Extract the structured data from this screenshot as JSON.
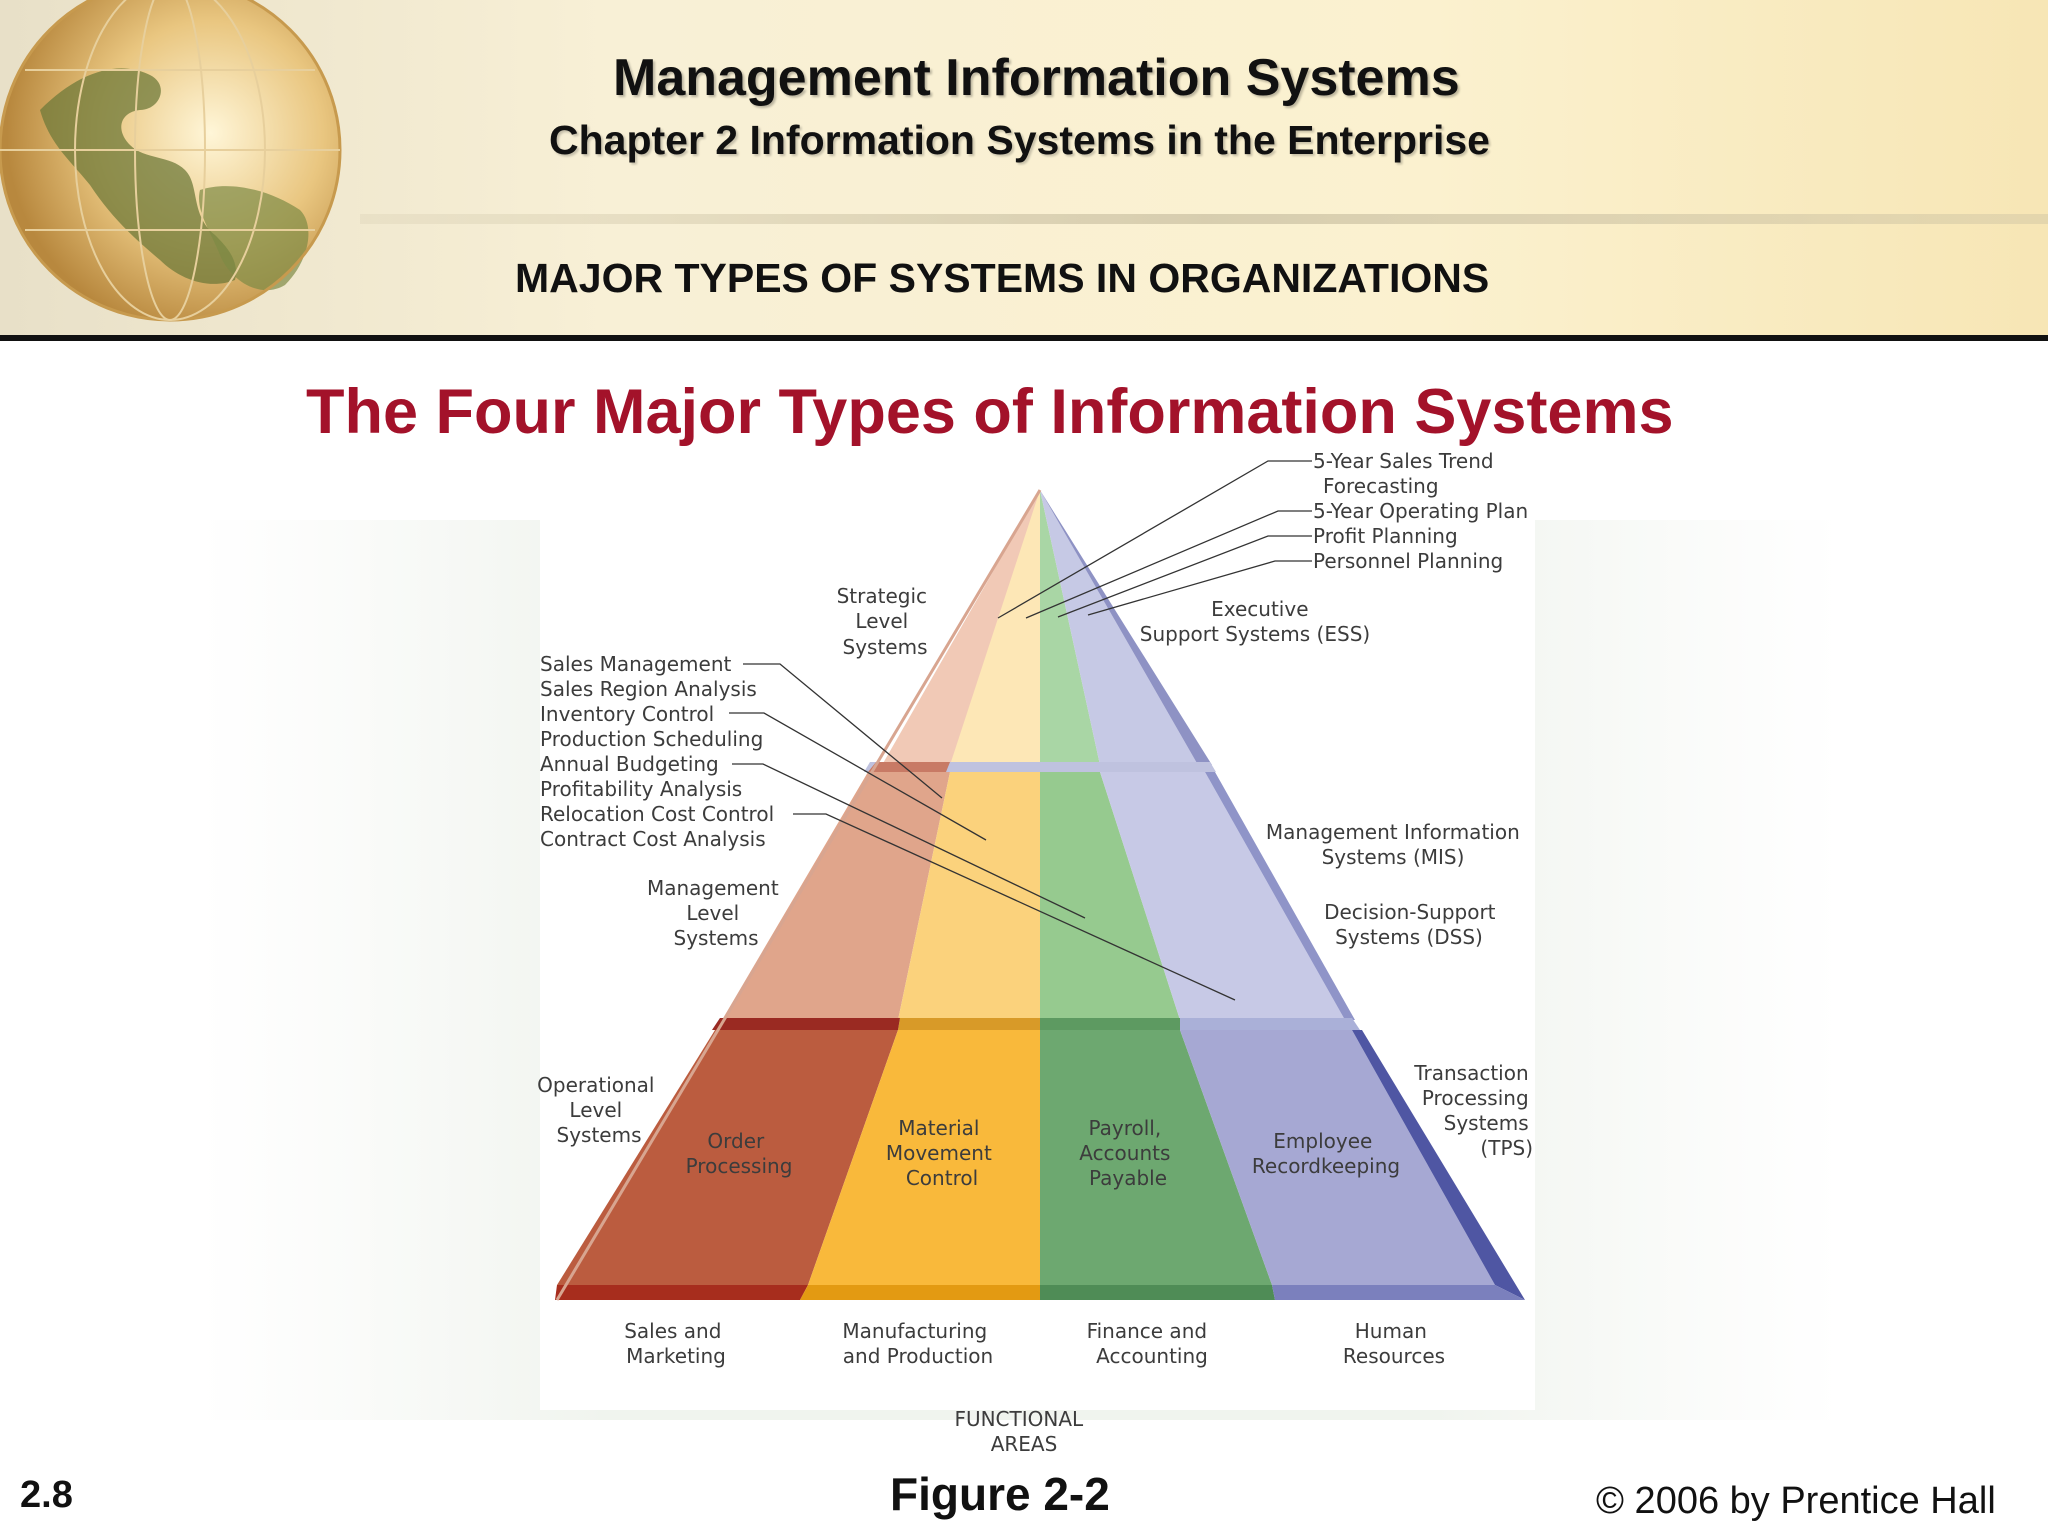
{
  "header": {
    "title": "Management Information Systems",
    "chapter": "Chapter 2 Information Systems in the Enterprise",
    "section": "MAJOR TYPES OF SYSTEMS IN ORGANIZATIONS"
  },
  "main_title": "The Four Major Types of Information Systems",
  "diagram": {
    "ess_examples": [
      "5-Year Sales Trend",
      "Forecasting",
      "5-Year Operating Plan",
      "Profit Planning",
      "Personnel Planning"
    ],
    "strategic_level": [
      "Strategic",
      "Level",
      "Systems"
    ],
    "ess": [
      "Executive",
      "Support Systems (ESS)"
    ],
    "mgmt_examples": [
      "Sales Management",
      "Sales Region Analysis",
      "Inventory Control",
      "Production Scheduling",
      "Annual Budgeting",
      "Profitability Analysis",
      "Relocation Cost Control",
      "Contract Cost Analysis"
    ],
    "mis": [
      "Management Information",
      "Systems (MIS)"
    ],
    "dss": [
      "Decision-Support",
      "Systems (DSS)"
    ],
    "management_level": [
      "Management",
      "Level",
      "Systems"
    ],
    "operational_level": [
      "Operational",
      "Level",
      "Systems"
    ],
    "tps": [
      "Transaction",
      "Processing",
      "Systems",
      "(TPS)"
    ],
    "order_processing": [
      "Order",
      "Processing"
    ],
    "material_movement": [
      "Material",
      "Movement",
      "Control"
    ],
    "payroll": [
      "Payroll,",
      "Accounts",
      "Payable"
    ],
    "employee": [
      "Employee",
      "Recordkeeping"
    ],
    "sales_marketing": [
      "Sales and",
      "Marketing"
    ],
    "manufacturing": [
      "Manufacturing",
      "and Production"
    ],
    "finance": [
      "Finance and",
      "Accounting"
    ],
    "hr": [
      "Human",
      "Resources"
    ],
    "functional_areas": [
      "FUNCTIONAL",
      "AREAS"
    ]
  },
  "footer": {
    "figure": "Figure 2-2",
    "slide_number": "2.8",
    "copyright": "© 2006 by Prentice Hall"
  }
}
